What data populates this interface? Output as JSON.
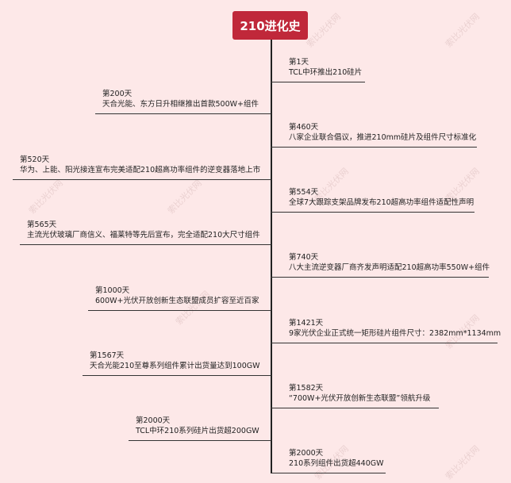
{
  "title": "210进化史",
  "watermark": "索比光伏网",
  "colors": {
    "title_bg": "#c0283a",
    "background": "#fde8e8"
  },
  "right_events": [
    {
      "day": "第1天",
      "desc": "TCL中环推出210硅片"
    },
    {
      "day": "第460天",
      "desc": "八家企业联合倡议，推进210mm硅片及组件尺寸标准化"
    },
    {
      "day": "第554天",
      "desc": "全球7大跟踪支架品牌发布210超高功率组件适配性声明"
    },
    {
      "day": "第740天",
      "desc": "八大主流逆变器厂商齐发声明适配210超高功率550W+组件"
    },
    {
      "day": "第1421天",
      "desc": "9家光伏企业正式统一矩形硅片组件尺寸：2382mm*1134mm"
    },
    {
      "day": "第1582天",
      "desc": "“700W+光伏开放创新生态联盟”领航升级"
    },
    {
      "day": "第2000天",
      "desc": "210系列组件出货超440GW"
    }
  ],
  "left_events": [
    {
      "day": "第200天",
      "desc": "天合光能、东方日升相继推出首款500W+组件"
    },
    {
      "day": "第520天",
      "desc": "华为、上能、阳光接连宣布完美适配210超高功率组件的逆变器落地上市"
    },
    {
      "day": "第565天",
      "desc": "主流光伏玻璃厂商信义、福莱特等先后宣布，完全适配210大尺寸组件"
    },
    {
      "day": "第1000天",
      "desc": "600W+光伏开放创新生态联盟成员扩容至近百家"
    },
    {
      "day": "第1567天",
      "desc": "天合光能210至尊系列组件累计出货量达到100GW"
    },
    {
      "day": "第2000天",
      "desc": "TCL中环210系列硅片出货超200GW"
    }
  ]
}
